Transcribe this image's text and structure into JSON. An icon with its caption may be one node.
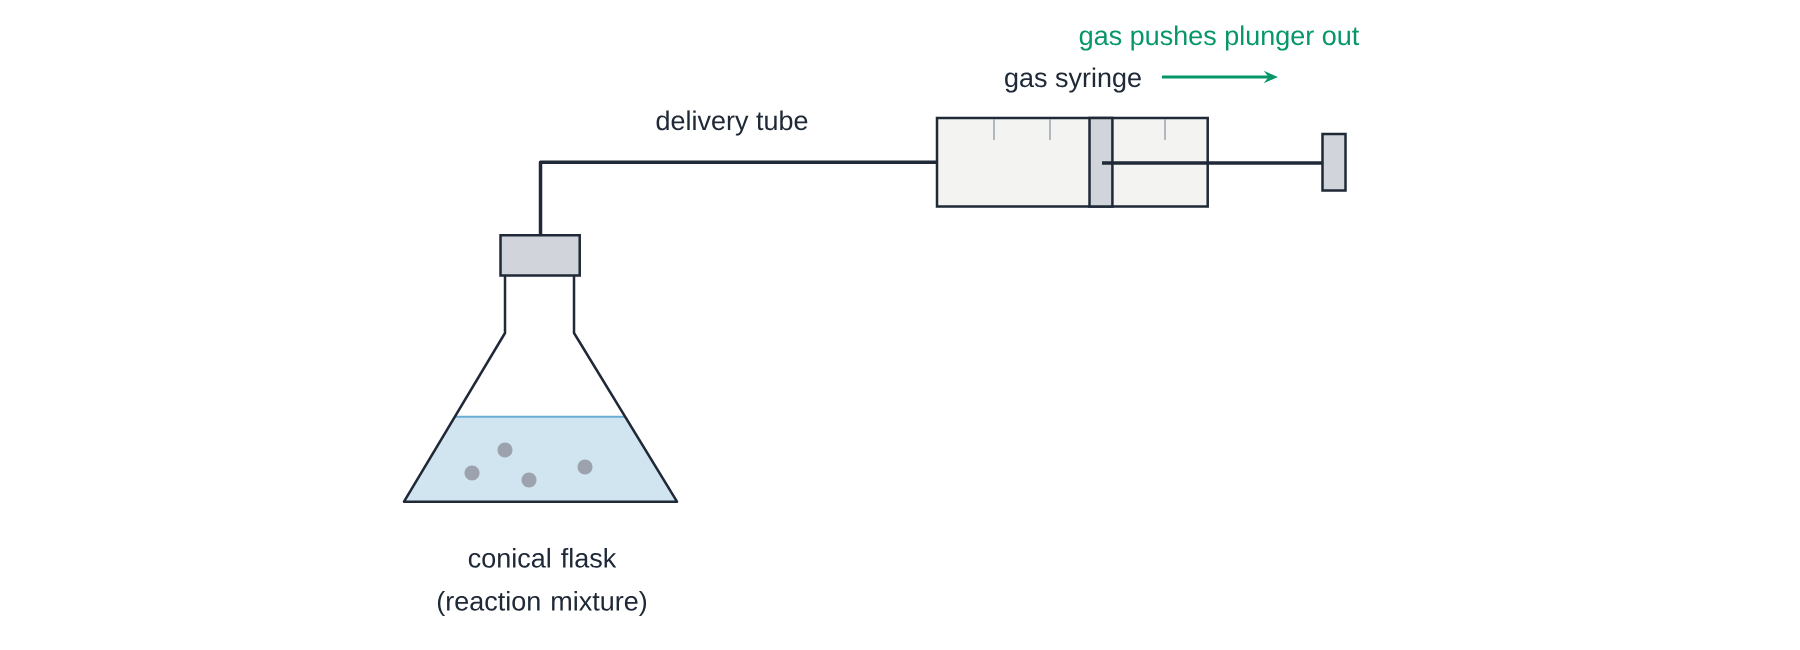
{
  "diagram": {
    "nodes": [
      {
        "text": [],
        "shape": "flask",
        "beside": [
          "conical flask (reaction mixture)"
        ]
      },
      {
        "text": [],
        "shape": "syringe",
        "beside": [
          "gas syringe"
        ]
      }
    ],
    "edges": [
      {
        "from": 0,
        "to": 1,
        "arrow": "none",
        "label": "delivery tube"
      }
    ],
    "labels": [
      "gas pushes plunger out"
    ]
  }
}
